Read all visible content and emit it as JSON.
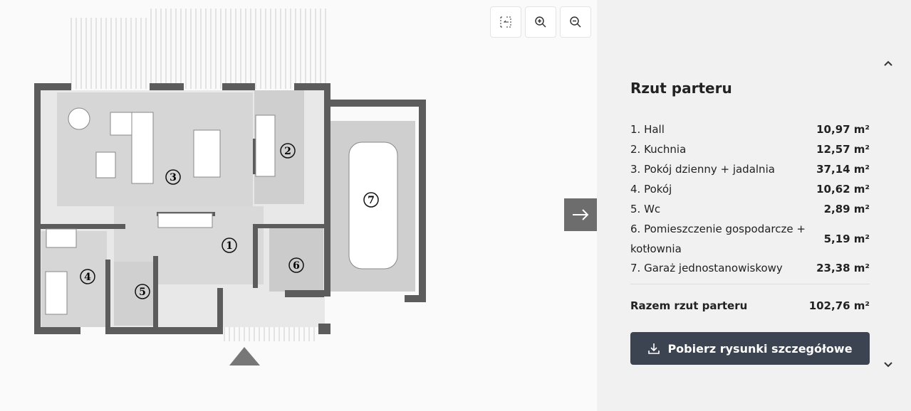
{
  "toolbar": {
    "fit_icon": "fit-screen-icon",
    "zoom_in_icon": "zoom-in-icon",
    "zoom_out_icon": "zoom-out-icon"
  },
  "plan": {
    "markers": [
      "1",
      "2",
      "3",
      "4",
      "5",
      "6",
      "7"
    ]
  },
  "panel": {
    "title": "Rzut parteru",
    "rooms": [
      {
        "name": "1. Hall",
        "area": "10,97 m²"
      },
      {
        "name": "2. Kuchnia",
        "area": "12,57 m²"
      },
      {
        "name": "3. Pokój dzienny + jadalnia",
        "area": "37,14 m²"
      },
      {
        "name": "4. Pokój",
        "area": "10,62 m²"
      },
      {
        "name": "5. Wc",
        "area": "2,89 m²"
      },
      {
        "name": "6. Pomieszczenie gospodarcze + kotłownia",
        "area": "5,19 m²"
      },
      {
        "name": "7. Garaż jednostanowiskowy",
        "area": "23,38 m²"
      }
    ],
    "total_label": "Razem rzut parteru",
    "total_area": "102,76 m²",
    "download_label": "Pobierz rysunki szczegółowe"
  },
  "colors": {
    "wall": "#5c5c5c",
    "floor": "#d4d4d4",
    "button": "#3b4450",
    "arrow": "#6d6d6d"
  }
}
